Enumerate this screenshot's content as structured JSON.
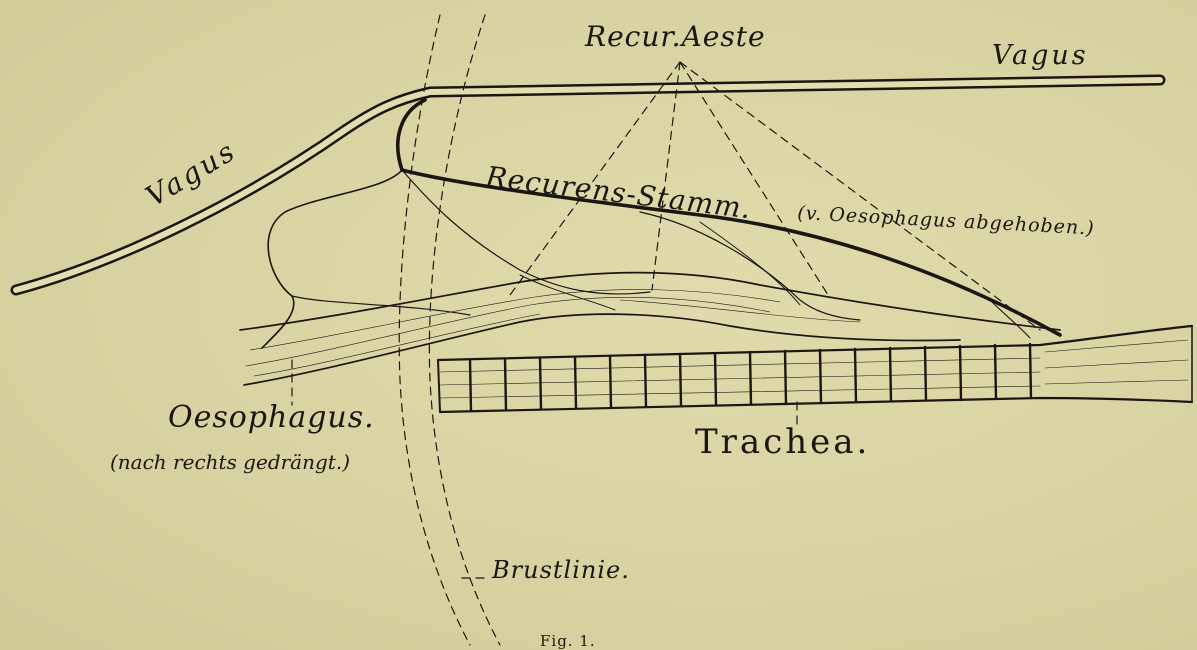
{
  "labels": {
    "recur_aeste": "Recur.Aeste",
    "vagus_right": "Vagus",
    "vagus_left": "Vagus",
    "recurens_stamm": "Recurens-Stamm.",
    "oesophagus_abgehoben": "(v. Oesophagus abgehoben.)",
    "oesophagus": "Oesophagus.",
    "oesophagus_note": "(nach rechts gedrängt.)",
    "trachea": "Trachea.",
    "brustlinie": "Brustlinie.",
    "figure_caption": "Fig. 1."
  },
  "colors": {
    "paper": "#d9d4a4",
    "ink": "#1a1712"
  }
}
